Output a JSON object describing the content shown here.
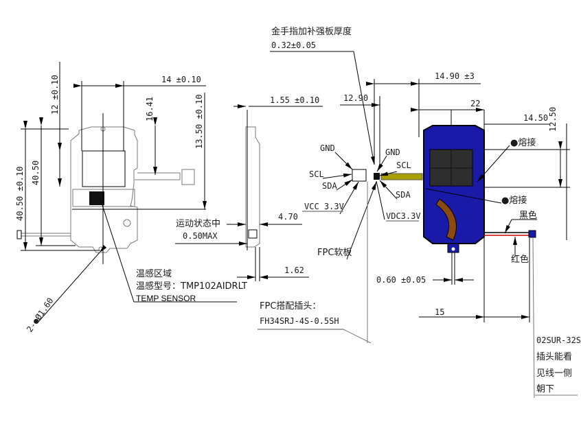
{
  "drawing": {
    "stiffener_note": "金手指加补强板厚度",
    "stiffener_value": "0.32±0.05",
    "dims": {
      "width_14": "14 ±0.10",
      "h_12": "12 ±0.10",
      "d_16_41": "16.41",
      "h_13_50": "13.50 ±0.10",
      "h_40_50": "40.50",
      "h_40_50_tol": "40.50 ±0.10",
      "t_1_55": "1.55 ±0.10",
      "d_12_90": "12.90",
      "d_14_90": "14.90 ±3",
      "d_22": "22",
      "d_14_50": "14.50",
      "d_12_50": "12.50",
      "d_4_70": "4.70",
      "d_1_62": "1.62",
      "d_0_60": "0.60 ±0.05",
      "d_15": "15",
      "holes": "2-●Ø1.60"
    },
    "motion_note": "运动状态中",
    "motion_value": "0.50MAX",
    "weld_1": "●熔接",
    "weld_2": "●熔接",
    "pins_left": {
      "gnd": "GND",
      "scl": "SCL",
      "sda": "SDA",
      "vcc": "VCC 3.3V"
    },
    "pins_right": {
      "gnd": "GND",
      "scl": "SCL",
      "sda": "SDA",
      "vdc": "VDC3.3V"
    },
    "fpc_board": "FPC软板",
    "temp_area": "温感区域",
    "temp_model": "温感型号：TMP102AIDRLT",
    "temp_sensor": "TEMP SENSOR",
    "fpc_connector_label": "FPC搭配插头：",
    "fpc_connector_part": "FH34SRJ-4S-0.5SH",
    "wire_black": "黑色",
    "wire_red": "红色",
    "plug_part": "02SUR-32S",
    "plug_note": [
      "插头能看",
      "见线一侧",
      "朝下"
    ]
  },
  "colors": {
    "module_blue": "#1a1aa8",
    "fpc_yellow": "#a8a000",
    "sensor_dark": "#2e2e2e",
    "coil_brown": "#8b4a12",
    "wire_red": "#cc0000"
  }
}
